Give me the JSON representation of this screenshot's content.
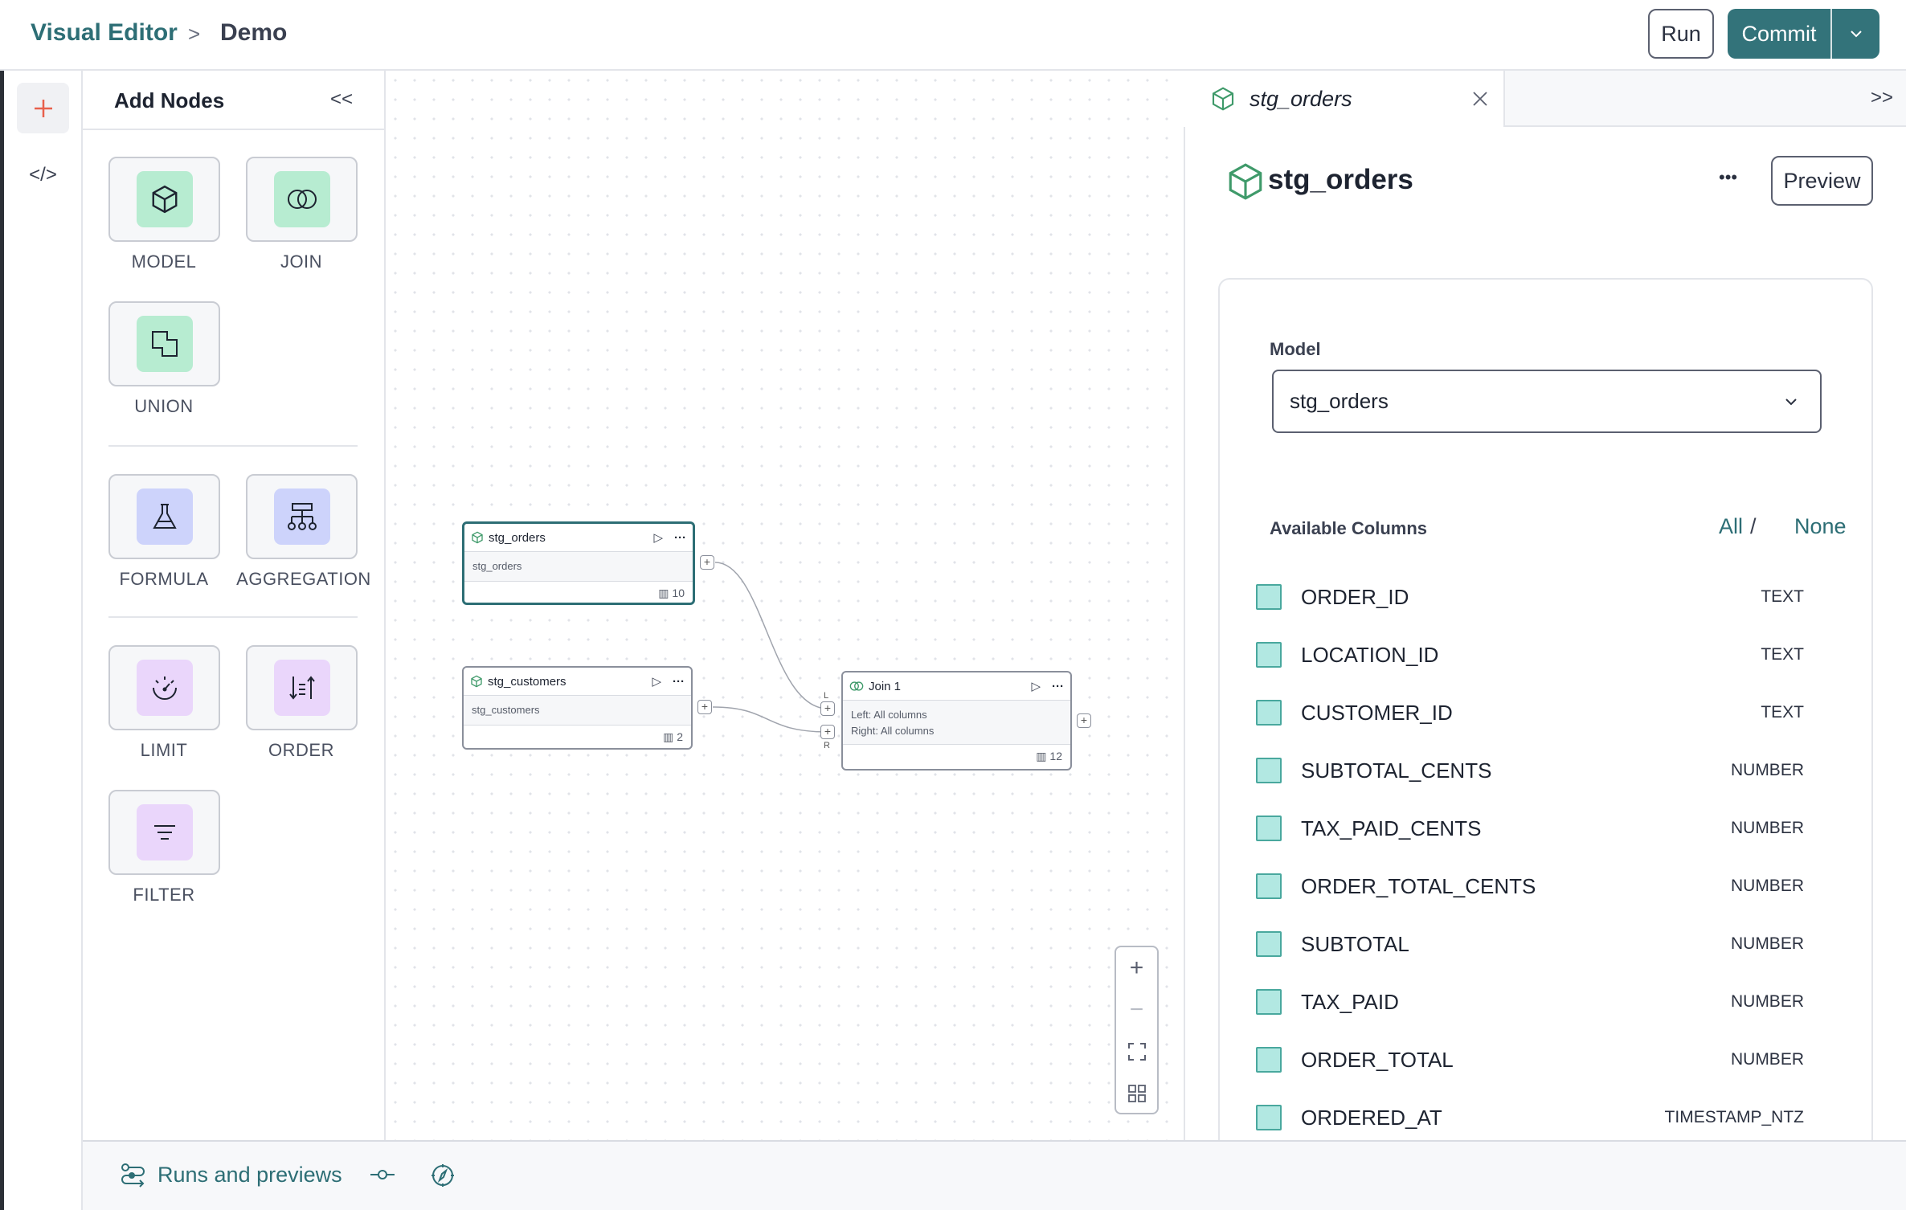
{
  "header": {
    "app_title": "Visual Editor",
    "separator": ">",
    "page": "Demo",
    "run_label": "Run",
    "commit_label": "Commit",
    "accent": "#33737a"
  },
  "rail": {
    "items": [
      {
        "icon": "plus-icon"
      },
      {
        "icon": "code-icon",
        "label": "</>"
      }
    ]
  },
  "add_nodes": {
    "title": "Add Nodes",
    "collapse": "<<",
    "groups": [
      [
        {
          "label": "MODEL",
          "icon": "cube-icon"
        },
        {
          "label": "JOIN",
          "icon": "join-icon"
        },
        {
          "label": "UNION",
          "icon": "union-icon"
        }
      ],
      [
        {
          "label": "FORMULA",
          "icon": "flask-icon"
        },
        {
          "label": "AGGREGATION",
          "icon": "hierarchy-icon"
        }
      ],
      [
        {
          "label": "LIMIT",
          "icon": "gauge-icon"
        },
        {
          "label": "ORDER",
          "icon": "sort-icon"
        },
        {
          "label": "FILTER",
          "icon": "filter-icon"
        }
      ]
    ]
  },
  "canvas": {
    "nodes": [
      {
        "title": "stg_orders",
        "body": "stg_orders",
        "columns": "10",
        "selected": true
      },
      {
        "title": "stg_customers",
        "body": "stg_customers",
        "columns": "2"
      },
      {
        "title": "Join 1",
        "body_left": "Left: All columns",
        "body_right": "Right: All columns",
        "columns": "12",
        "port_left": "L",
        "port_right": "R"
      }
    ]
  },
  "right_panel": {
    "tab_label": "stg_orders",
    "expand": ">>",
    "title": "stg_orders",
    "more": "•••",
    "preview_label": "Preview",
    "model_label": "Model",
    "model_value": "stg_orders",
    "available_columns_label": "Available Columns",
    "all": "All",
    "slash": "/",
    "none": "None",
    "columns": [
      {
        "name": "ORDER_ID",
        "type": "TEXT"
      },
      {
        "name": "LOCATION_ID",
        "type": "TEXT"
      },
      {
        "name": "CUSTOMER_ID",
        "type": "TEXT"
      },
      {
        "name": "SUBTOTAL_CENTS",
        "type": "NUMBER"
      },
      {
        "name": "TAX_PAID_CENTS",
        "type": "NUMBER"
      },
      {
        "name": "ORDER_TOTAL_CENTS",
        "type": "NUMBER"
      },
      {
        "name": "SUBTOTAL",
        "type": "NUMBER"
      },
      {
        "name": "TAX_PAID",
        "type": "NUMBER"
      },
      {
        "name": "ORDER_TOTAL",
        "type": "NUMBER"
      },
      {
        "name": "ORDERED_AT",
        "type": "TIMESTAMP_NTZ"
      }
    ]
  },
  "bottom": {
    "runs_label": "Runs and previews"
  }
}
